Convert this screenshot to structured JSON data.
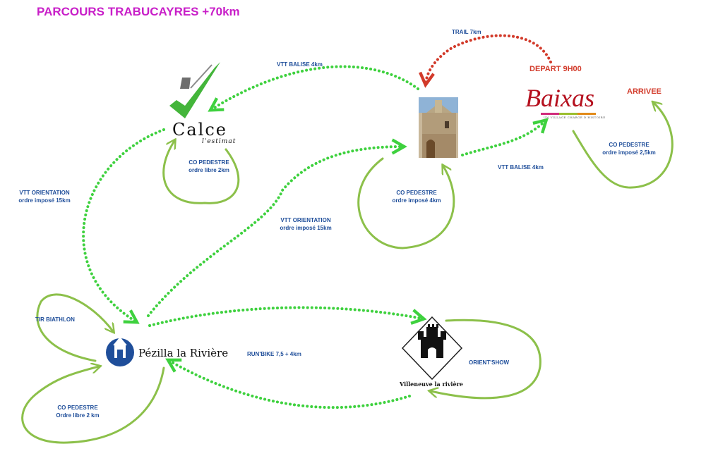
{
  "title": "PARCOURS TRABUCAYRES +70km",
  "colors": {
    "route_green": "#3ed13e",
    "trail_red": "#d23a2a",
    "loop_green": "#8cc04a",
    "label_blue": "#1f4e9a",
    "title_magenta": "#c81ec8",
    "baixas_red": "#b5101e"
  },
  "nodes": {
    "calce": {
      "name": "Calce",
      "sub": "l'estimat",
      "icon": "checkmark-logo-icon"
    },
    "chapel": {
      "icon": "chapel-photo"
    },
    "baixas": {
      "name": "Baixas",
      "sub": "UN VILLAGE CHARGÉ D'HISTOIRE",
      "icon": "baixas-logo"
    },
    "pezilla": {
      "name": "Pézilla la Rivière",
      "icon": "town-crest-icon"
    },
    "villeneuve": {
      "name": "Villeneuve la rivière",
      "icon": "castle-diamond-icon"
    }
  },
  "labels": {
    "trail": "TRAIL 7km",
    "depart": "DEPART 9H00",
    "arrivee": "ARRIVEE",
    "vtt_balise_top": "VTT BALISE 4km",
    "vtt_balise_right": "VTT BALISE 4km",
    "co_calce_1": "CO PEDESTRE",
    "co_calce_2": "ordre libre 2km",
    "co_chapel_1": "CO PEDESTRE",
    "co_chapel_2": "ordre imposé 4km",
    "co_baixas_1": "CO PEDESTRE",
    "co_baixas_2": "ordre imposé 2,5km",
    "vtt_orient_left_1": "VTT ORIENTATION",
    "vtt_orient_left_2": "ordre imposé 15km",
    "vtt_orient_mid_1": "VTT ORIENTATION",
    "vtt_orient_mid_2": "ordre imposé 15km",
    "tir": "TIR BIATHLON",
    "runbike": "RUN'BIKE 7,5 + 4km",
    "orientshow": "ORIENT'SHOW",
    "co_pezilla_1": "CO PEDESTRE",
    "co_pezilla_2": "Ordre libre 2 km"
  }
}
